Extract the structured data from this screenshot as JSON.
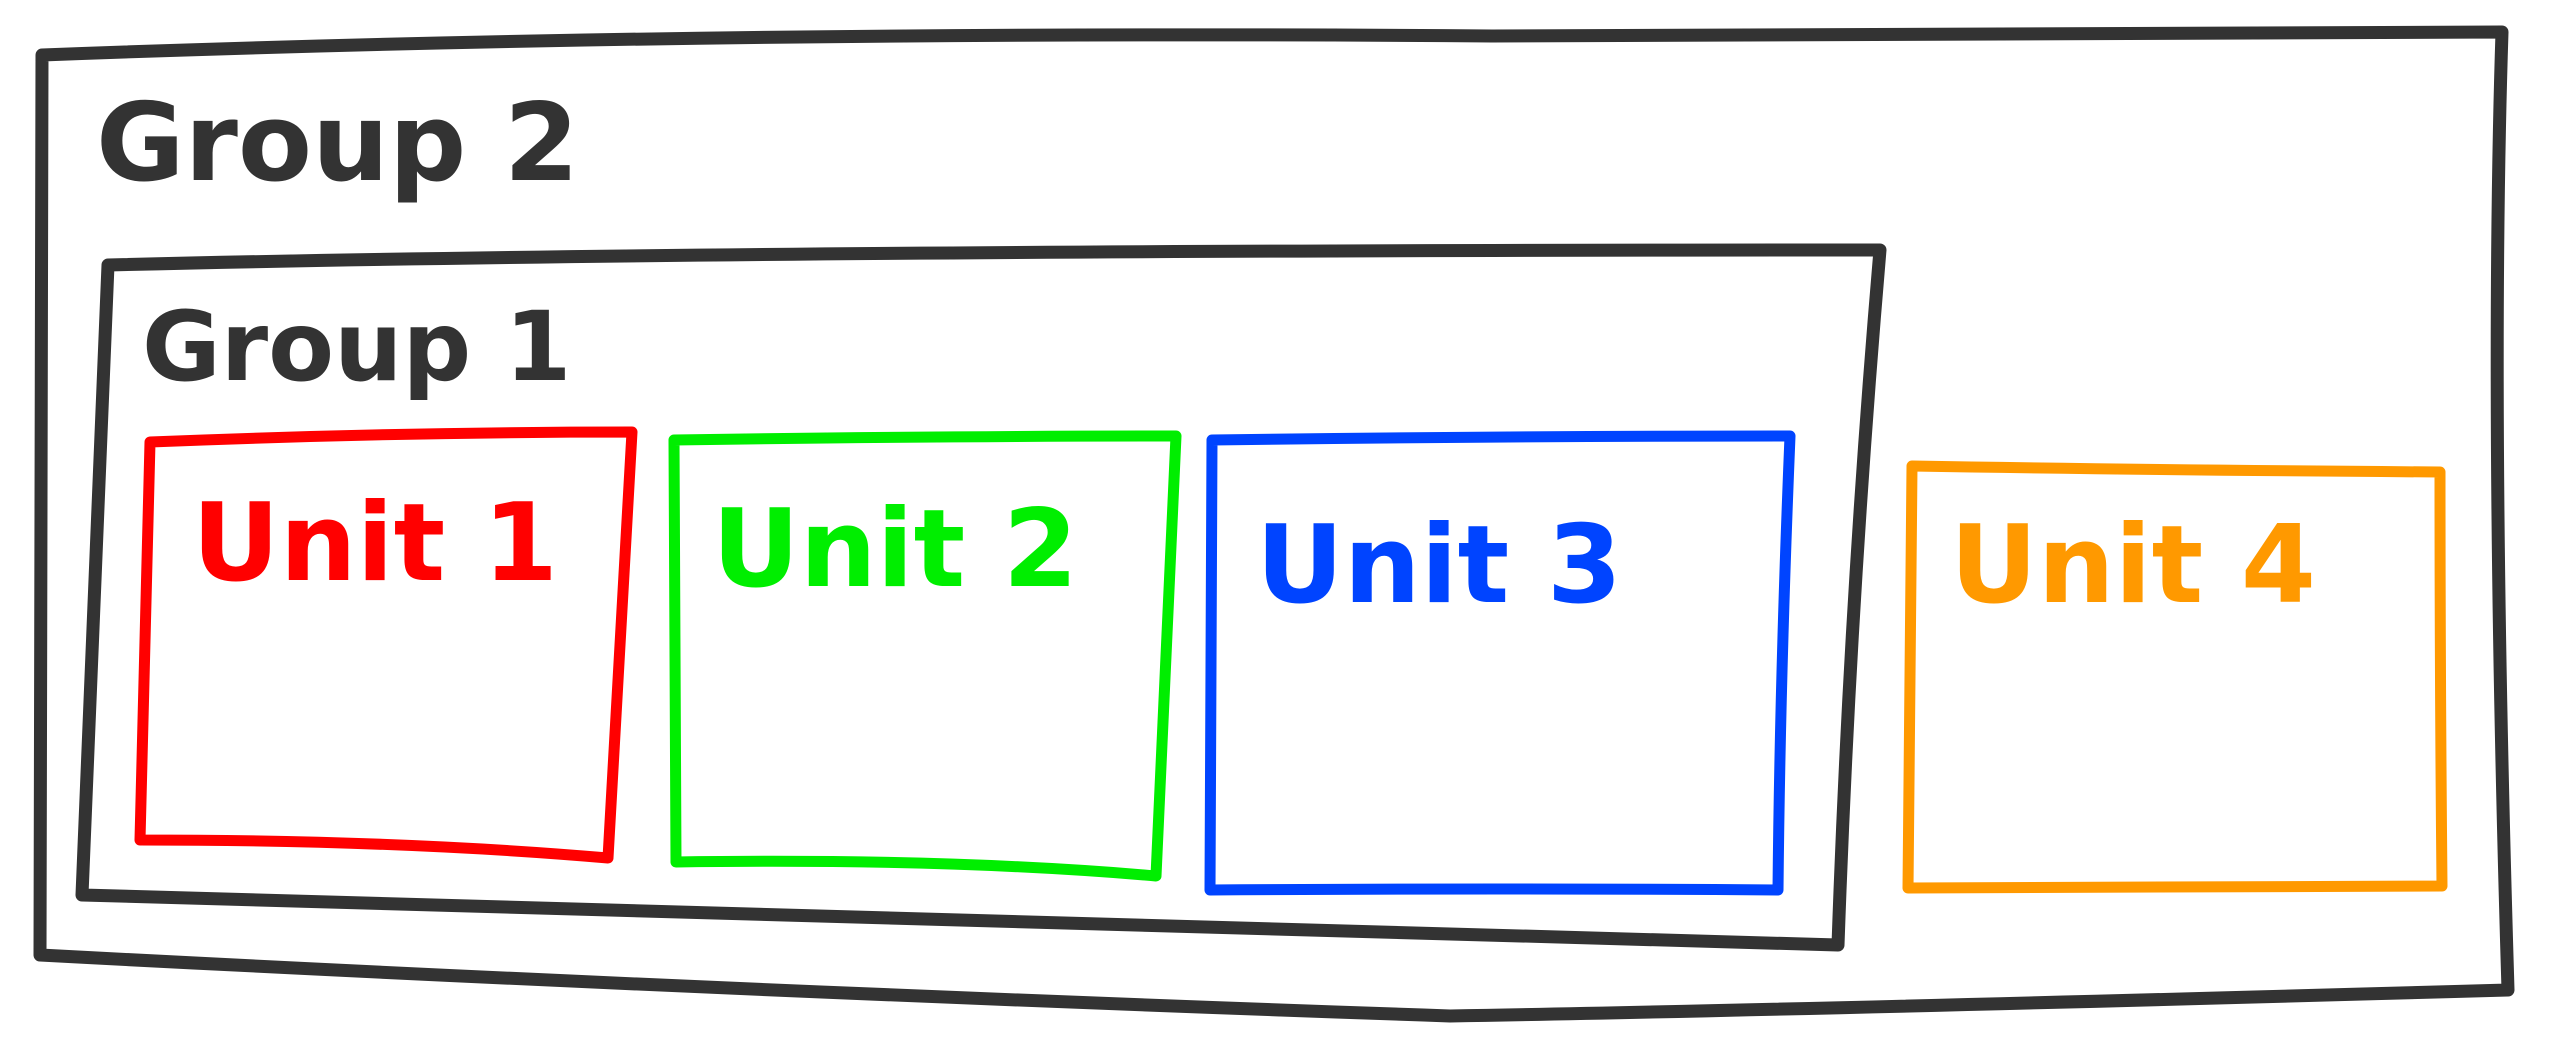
{
  "groups": [
    {
      "label": "Group 2",
      "color": "#333333"
    },
    {
      "label": "Group 1",
      "color": "#333333"
    }
  ],
  "units": [
    {
      "label": "Unit 1",
      "color": "#ff0000"
    },
    {
      "label": "Unit 2",
      "color": "#00ee00"
    },
    {
      "label": "Unit 3",
      "color": "#0044ff"
    },
    {
      "label": "Unit 4",
      "color": "#ff9900"
    }
  ]
}
